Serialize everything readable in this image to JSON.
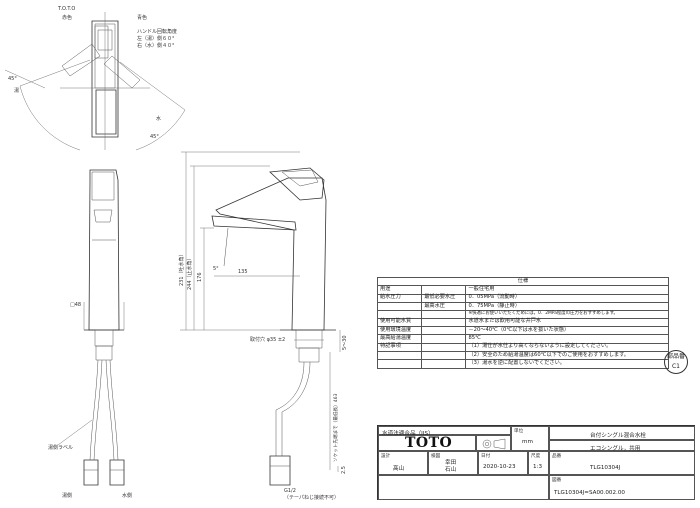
{
  "top_view": {
    "toto": "T.O.T.O",
    "red": "赤色",
    "blue": "青色",
    "handle_angle_title": "ハンドル回転角度",
    "left_angle": "左（湯）側６０°",
    "right_angle": "右（水）側４０°",
    "dim_45": "45°",
    "hot": "湯",
    "dim_45b": "45°",
    "cold": "水"
  },
  "front_view": {
    "dim_48": "□48",
    "hot_label": "湯側ラベル",
    "hot_pipe": "湯側",
    "cold_pipe": "水側"
  },
  "side_view": {
    "dim_231": "231（吐水角）",
    "dim_244": "244（止水角）",
    "dim_176": "176",
    "dim_135": "135",
    "dim_5": "5°",
    "mount_hole": "取付穴 φ35 ±2",
    "dim_5_30": "5～30",
    "flexible_note": "ソケット先端まで（最低長）463",
    "dim_25": "2.5",
    "g12": "G1/2",
    "taper_note": "（テーパねじ接続不可）"
  },
  "spec": {
    "title": "仕様",
    "rows": [
      {
        "k": "用途",
        "k2": "",
        "v": "一般住宅用"
      },
      {
        "k": "給水圧力",
        "k2": "最低必要水圧",
        "v": "0．05MPa（流動時）"
      },
      {
        "k": "",
        "k2": "最高水圧",
        "v": "0．75MPa（静止時）"
      },
      {
        "k": "",
        "k2": "",
        "v": "※快適にお使いいただくためには，0．2MPa程度の圧力をおすすめします。"
      },
      {
        "k": "使用可能水質",
        "k2": "",
        "v": "水道水または飲用可能な井戸水"
      },
      {
        "k": "使用環境温度",
        "k2": "",
        "v": "－20～40℃（0℃以下は水を抜いた状態）"
      },
      {
        "k": "最高給湯温度",
        "k2": "",
        "v": "85℃"
      },
      {
        "k": "特記事項",
        "k2": "",
        "v": "（1）湯仕が水仕より高くならないように設定してください。"
      },
      {
        "k": "",
        "k2": "",
        "v": "（2）安全のため給湯温度は60℃以下でのご使用をおすすめします。"
      },
      {
        "k": "",
        "k2": "",
        "v": "（3）湯水を逆に配置しないでください。"
      }
    ]
  },
  "scale_badge": {
    "line1": "部品番",
    "line2": "C1"
  },
  "title_block": {
    "jis": "水道法適合品（JIS）",
    "logo": "TOTO",
    "unit_label": "単位",
    "unit": "mm",
    "product_title": "台付シングル混合水栓",
    "subtitle": "エコシングル，共用",
    "design_label": "設計",
    "design": "髙山",
    "check_label": "検図",
    "check1": "幸田",
    "check2": "石山",
    "date_label": "日付",
    "date": "2020-10-23",
    "scale_label": "尺度",
    "scale": "1:3",
    "model_label": "品番",
    "model": "TLG10304J",
    "dwg_label": "図番",
    "dwg_no": "TLG10304J=SA00.002.00"
  }
}
